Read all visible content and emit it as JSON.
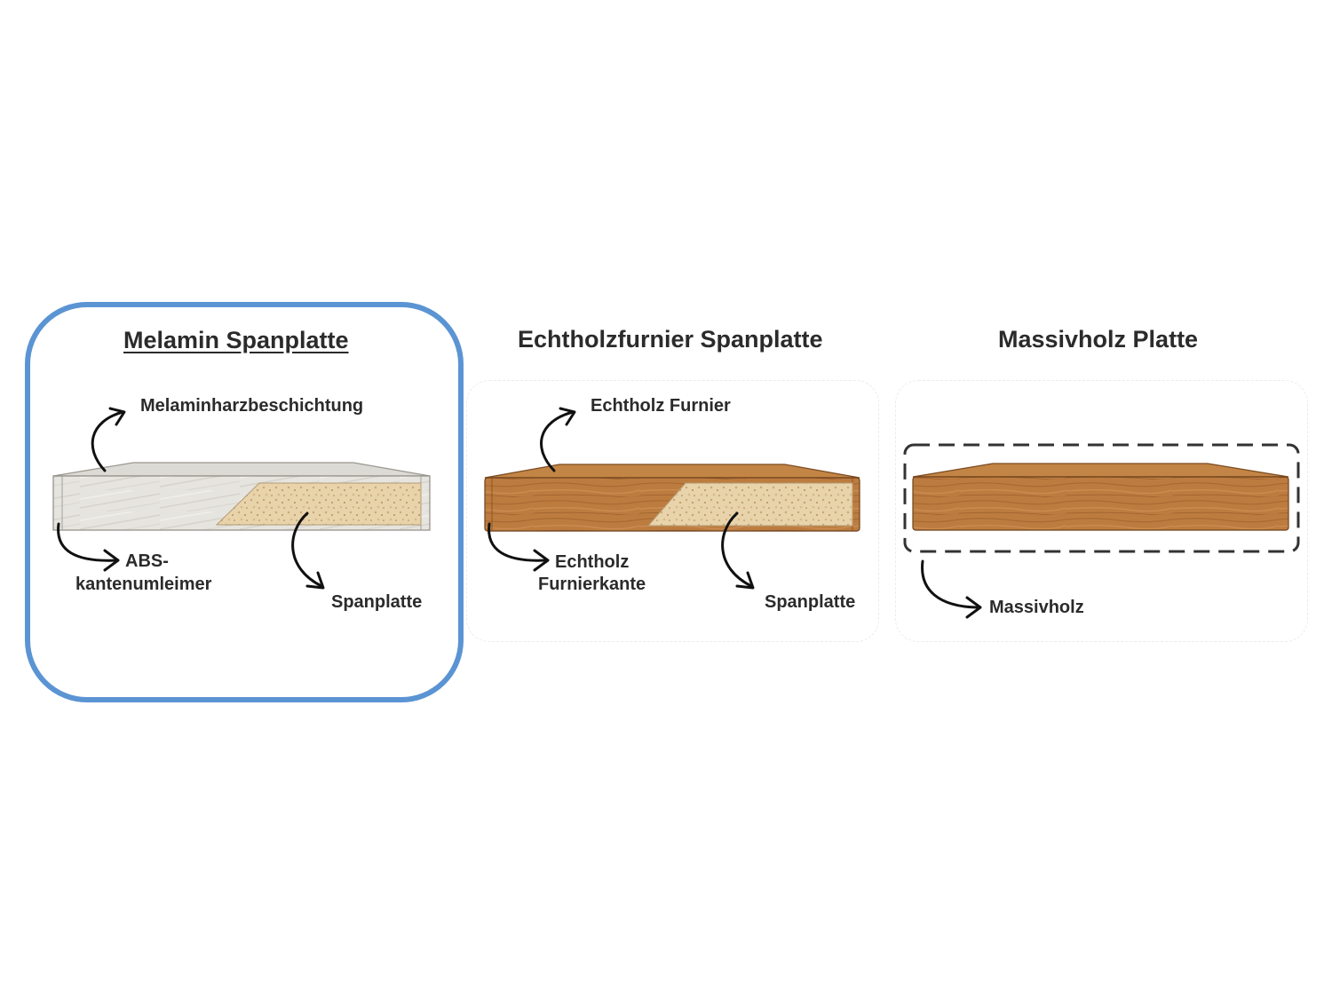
{
  "options": [
    {
      "title": "Melamin Spanplatte",
      "selected": true,
      "labels": {
        "top": "Melaminharzbeschichtung",
        "edge_line1": "ABS-",
        "edge_line2": "kantenumleimer",
        "core": "Spanplatte"
      }
    },
    {
      "title": "Echtholzfurnier Spanplatte",
      "selected": false,
      "labels": {
        "top": "Echtholz Furnier",
        "edge_line1": "Echtholz",
        "edge_line2": "Furnierkante",
        "core": "Spanplatte"
      }
    },
    {
      "title": "Massivholz Platte",
      "selected": false,
      "labels": {
        "material": "Massivholz"
      }
    }
  ],
  "colors": {
    "selection_border": "#5b94d3",
    "melamine_surface": "#e4e2dc",
    "oak_surface": "#b9783e",
    "chipboard": "#e6cfa5",
    "text": "#2b2b2b"
  },
  "icons": [
    "curved-arrow-icon"
  ]
}
